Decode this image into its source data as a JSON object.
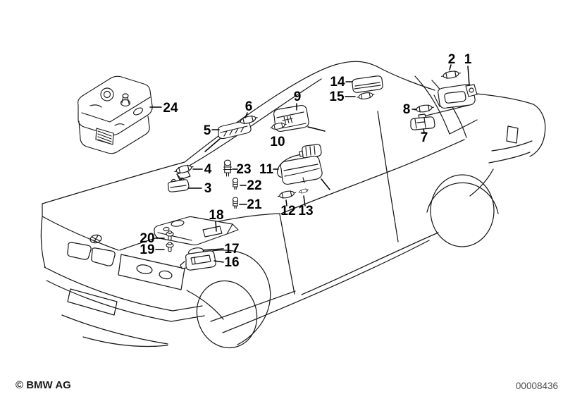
{
  "branding": {
    "copyright": "© BMW AG"
  },
  "diagram": {
    "image_number": "00008436"
  },
  "callouts": [
    {
      "number": "1",
      "icon": "luggage-lamp"
    },
    {
      "number": "2",
      "icon": "festoon-bulb"
    },
    {
      "number": "3",
      "icon": "lamp-housing"
    },
    {
      "number": "4",
      "icon": "festoon-bulb"
    },
    {
      "number": "5",
      "icon": "lamp-lens"
    },
    {
      "number": "6",
      "icon": "festoon-bulb"
    },
    {
      "number": "7",
      "icon": "reading-lamp"
    },
    {
      "number": "8",
      "icon": "festoon-bulb"
    },
    {
      "number": "9",
      "icon": "interior-lamp"
    },
    {
      "number": "10",
      "icon": "festoon-bulb"
    },
    {
      "number": "11",
      "icon": "interior-lamp-with-wire"
    },
    {
      "number": "12",
      "icon": "festoon-bulb"
    },
    {
      "number": "13",
      "icon": "wedge-bulb"
    },
    {
      "number": "14",
      "icon": "lamp-lens"
    },
    {
      "number": "15",
      "icon": "festoon-bulb"
    },
    {
      "number": "16",
      "icon": "lamp-housing"
    },
    {
      "number": "17",
      "icon": "bulb-socket"
    },
    {
      "number": "18",
      "icon": "mounting-plate"
    },
    {
      "number": "19",
      "icon": "fastener-clip"
    },
    {
      "number": "20",
      "icon": "fastener-clip"
    },
    {
      "number": "21",
      "icon": "wedge-bulb"
    },
    {
      "number": "22",
      "icon": "wedge-bulb"
    },
    {
      "number": "23",
      "icon": "bulb-with-socket"
    },
    {
      "number": "24",
      "icon": "roof-console-box"
    }
  ]
}
